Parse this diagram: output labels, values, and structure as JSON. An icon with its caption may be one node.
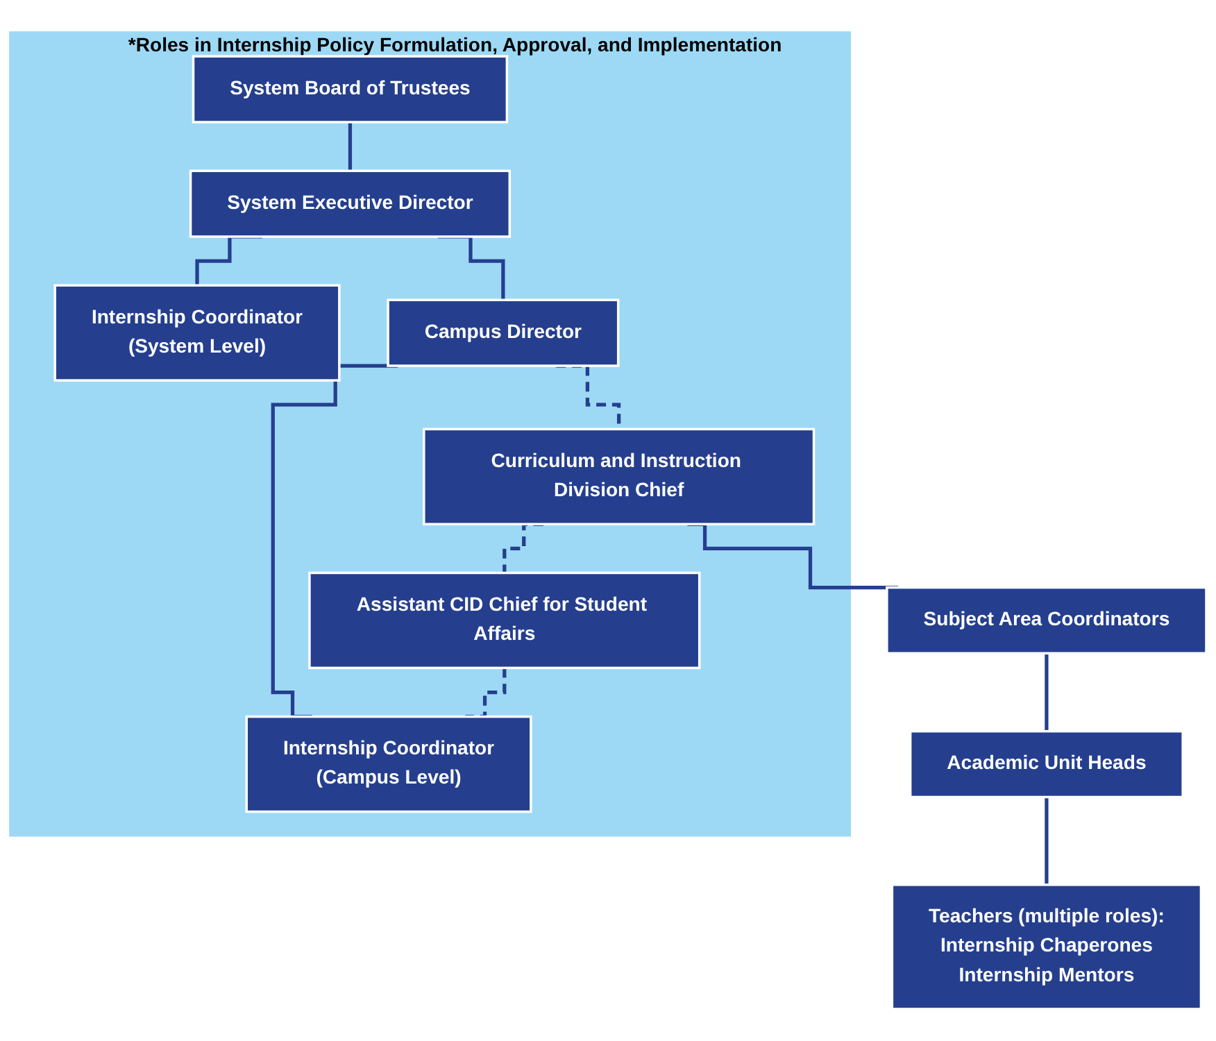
{
  "diagram": {
    "nodes": [
      {
        "text": [
          "*Roles in Internship Policy Formulation, Approval, and Implementation"
        ]
      },
      {
        "text": [
          "System Board of Trustees"
        ],
        "in": 0
      },
      {
        "text": [
          "System Executive Director"
        ],
        "in": 0
      },
      {
        "text": [
          "Internship Coordinator",
          "(System Level)"
        ],
        "in": 0
      },
      {
        "text": [
          "Campus Director"
        ],
        "in": 0
      },
      {
        "text": [
          "Curriculum and Instruction Division Chief"
        ],
        "in": 0
      },
      {
        "text": [
          "Assistant CID Chief for Student Affairs"
        ],
        "in": 0
      },
      {
        "text": [
          "Internship Coordinator",
          "(Campus Level)"
        ],
        "in": 0
      },
      {
        "text": [
          "Subject Area Coordinators"
        ]
      },
      {
        "text": [
          "Academic Unit Heads"
        ]
      },
      {
        "text": [
          "Teachers (multiple roles):",
          "Internship Chaperones",
          "Internship Mentors"
        ]
      }
    ],
    "edges": [
      {
        "from": 1,
        "to": 2,
        "arrow": "none"
      },
      {
        "from": 2,
        "to": 3,
        "arrow": "none"
      },
      {
        "from": 2,
        "to": 4,
        "arrow": "none"
      },
      {
        "from": 4,
        "to": 7,
        "arrow": "none"
      },
      {
        "from": 4,
        "to": 5,
        "arrow": "none",
        "style": "dashed"
      },
      {
        "from": 5,
        "to": 6,
        "arrow": "none",
        "style": "dashed"
      },
      {
        "from": 6,
        "to": 7,
        "arrow": "none",
        "style": "dashed"
      },
      {
        "from": 5,
        "to": 8,
        "arrow": "none"
      },
      {
        "from": 8,
        "to": 9,
        "arrow": "none"
      },
      {
        "from": 9,
        "to": 10,
        "arrow": "none"
      }
    ]
  }
}
